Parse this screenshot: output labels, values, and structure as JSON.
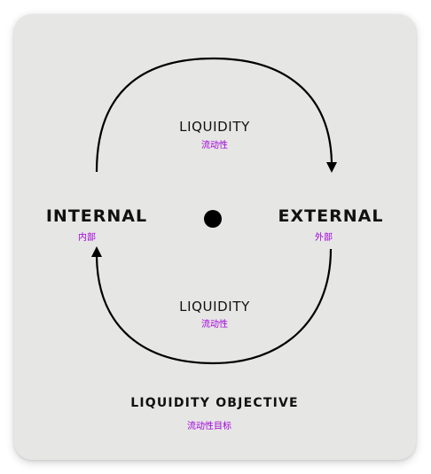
{
  "diagram": {
    "left_node": {
      "label": "INTERNAL",
      "sublabel": "内部"
    },
    "right_node": {
      "label": "EXTERNAL",
      "sublabel": "外部"
    },
    "top_flow": {
      "label": "LIQUIDITY",
      "sublabel": "流动性"
    },
    "bottom_flow": {
      "label": "LIQUIDITY",
      "sublabel": "流动性"
    },
    "objective": {
      "label": "LIQUIDITY OBJECTIVE",
      "sublabel": "流动性目标"
    }
  },
  "colors": {
    "card_background": "#e6e6e5",
    "text": "#111111",
    "accent_purple": "#a100d8",
    "stroke": "#000000"
  }
}
